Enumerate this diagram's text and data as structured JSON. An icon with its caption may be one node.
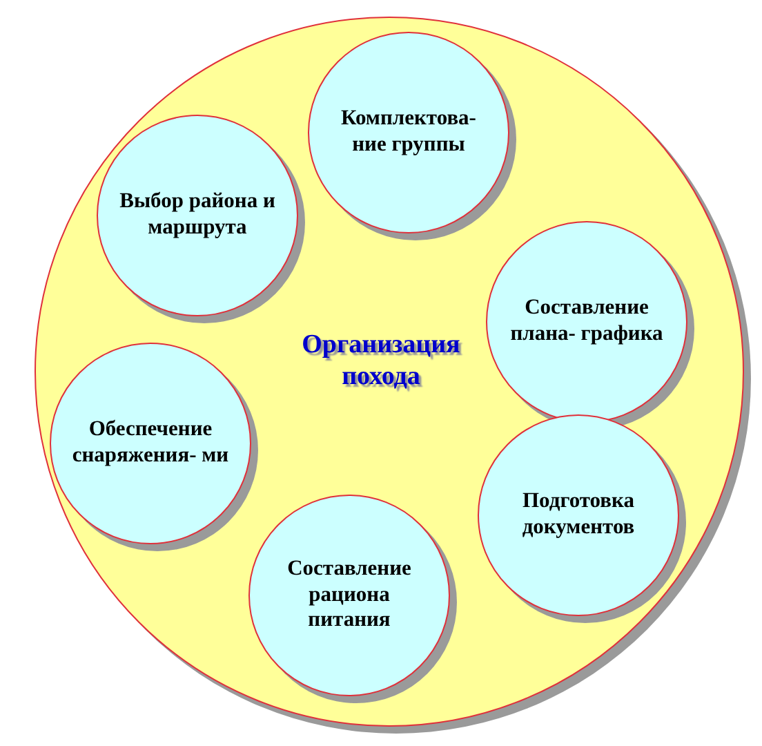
{
  "diagram": {
    "nodes": [
      {
        "text": [
          "Организация похода"
        ]
      },
      {
        "text": [
          "Комплектова- ние группы"
        ],
        "in": 0
      },
      {
        "text": [
          "Выбор района и маршрута"
        ],
        "in": 0
      },
      {
        "text": [
          "Составление плана- графика"
        ],
        "in": 0
      },
      {
        "text": [
          "Обеспечение снаряжения- ми"
        ],
        "in": 0
      },
      {
        "text": [
          "Подготовка документов"
        ],
        "in": 0
      },
      {
        "text": [
          "Составление рациона питания"
        ],
        "in": 0
      }
    ]
  }
}
